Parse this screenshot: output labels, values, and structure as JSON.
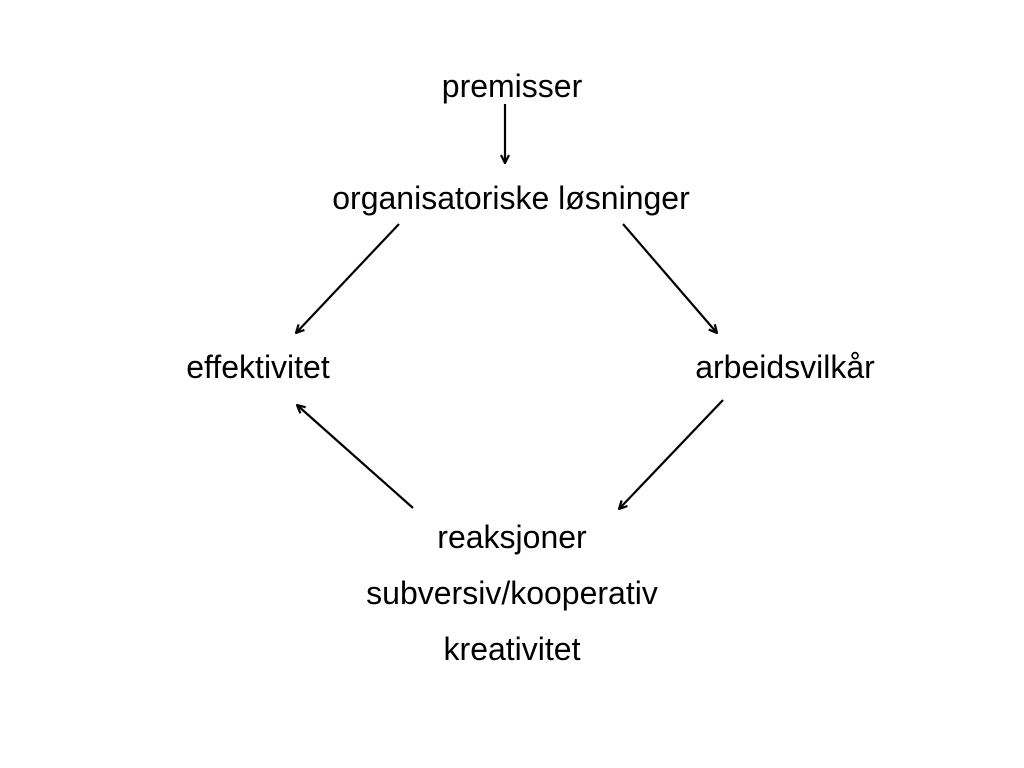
{
  "diagram": {
    "nodes": {
      "premisser": "premisser",
      "organisatoriske_losninger": "organisatoriske løsninger",
      "effektivitet": "effektivitet",
      "arbeidsvilkar": "arbeidsvilkår",
      "reaksjoner": "reaksjoner",
      "subversiv_kooperativ": "subversiv/kooperativ",
      "kreativitet": "kreativitet"
    },
    "edges": [
      {
        "from": "premisser",
        "to": "organisatoriske løsninger"
      },
      {
        "from": "organisatoriske løsninger",
        "to": "effektivitet"
      },
      {
        "from": "organisatoriske løsninger",
        "to": "arbeidsvilkår"
      },
      {
        "from": "arbeidsvilkår",
        "to": "reaksjoner"
      },
      {
        "from": "reaksjoner",
        "to": "effektivitet"
      }
    ],
    "colors": {
      "text": "#000000",
      "arrow": "#000000",
      "background": "#ffffff"
    }
  }
}
